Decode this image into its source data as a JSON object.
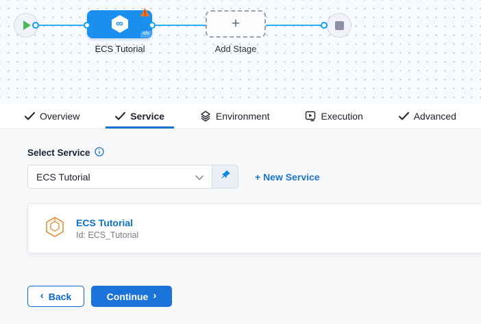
{
  "canvas": {
    "stage_label": "ECS Tutorial",
    "add_stage_label": "Add Stage",
    "add_stage_plus": "+",
    "stage_icon_glyph": "∞",
    "code_chip_glyph": "</>"
  },
  "tabs": [
    {
      "label": "Overview",
      "icon": "check-icon"
    },
    {
      "label": "Service",
      "icon": "check-icon",
      "active": true
    },
    {
      "label": "Environment",
      "icon": "layers-icon"
    },
    {
      "label": "Execution",
      "icon": "execution-icon"
    },
    {
      "label": "Advanced",
      "icon": "check-icon"
    }
  ],
  "service_form": {
    "select_label": "Select Service",
    "selected_service": "ECS Tutorial",
    "new_service_label": "+ New Service",
    "card": {
      "title": "ECS Tutorial",
      "id": "Id: ECS_Tutorial"
    }
  },
  "footer": {
    "back_label": "Back",
    "back_chevron": "‹",
    "continue_label": "Continue",
    "continue_chevron": "›"
  },
  "colors": {
    "accent_blue": "#1673d2",
    "node_blue": "#1b8fee",
    "connector_blue": "#2badf8",
    "warning_orange": "#e8742c",
    "success_green": "#4dba58",
    "service_icon_orange": "#e8923e"
  }
}
